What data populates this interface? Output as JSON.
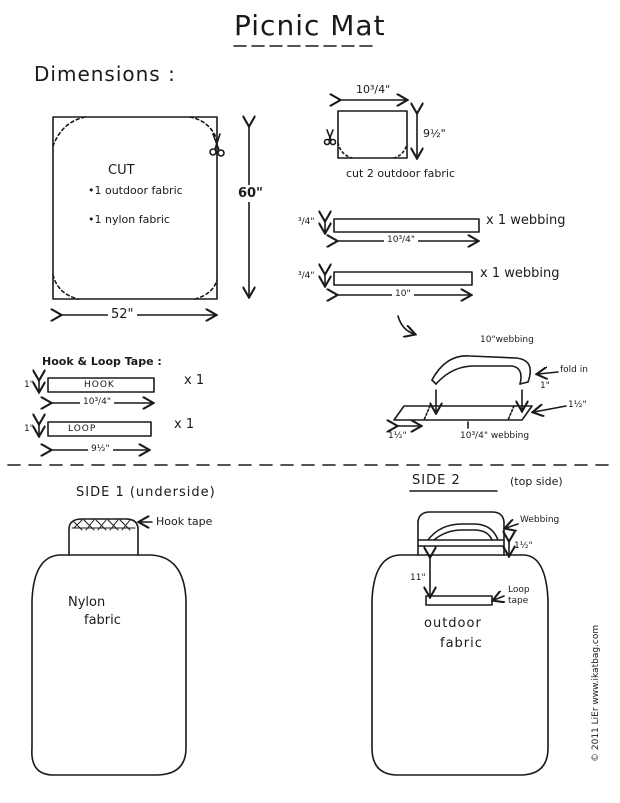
{
  "title": "Picnic Mat",
  "dimensions_heading": "Dimensions :",
  "big_panel": {
    "cut_label": "CUT",
    "line1": "•1 outdoor fabric",
    "line2": "•1 nylon fabric",
    "height": "60\"",
    "width": "52\""
  },
  "small_panel": {
    "width": "10³/4\"",
    "height": "9½\"",
    "caption": "cut 2 outdoor fabric"
  },
  "webbing1": {
    "thickness": "³/4\"",
    "length": "10³/4\"",
    "qty": "x 1 webbing"
  },
  "webbing2": {
    "thickness": "³/4\"",
    "length": "10\"",
    "qty": "x 1 webbing"
  },
  "hook_loop": {
    "heading": "Hook & Loop Tape :",
    "hook_thickness": "1\"",
    "hook_label": "HOOK",
    "hook_length": "10³/4\"",
    "hook_qty": "x 1",
    "loop_thickness": "1\"",
    "loop_label": "LOOP",
    "loop_length": "9½\"",
    "loop_qty": "x 1"
  },
  "handle_diagram": {
    "top_label": "10\"webbing",
    "fold_in": "fold in",
    "one_inch": "1\"",
    "one_half_right": "1½\"",
    "one_half_left": "1½\"",
    "bottom_label": "10³/4\" webbing"
  },
  "side1": {
    "heading": "SIDE 1 (underside)",
    "hook_tape": "Hook tape",
    "fabric_line1": "Nylon",
    "fabric_line2": "fabric"
  },
  "side2": {
    "heading": "SIDE 2",
    "subheading": "(top side)",
    "webbing": "Webbing",
    "one_half": "1½\"",
    "eleven": "11\"",
    "loop_tape_line1": "Loop",
    "loop_tape_line2": "tape",
    "fabric_line1": "outdoor",
    "fabric_line2": "fabric"
  },
  "credit": "© 2011 LiEr www.ikatbag.com"
}
